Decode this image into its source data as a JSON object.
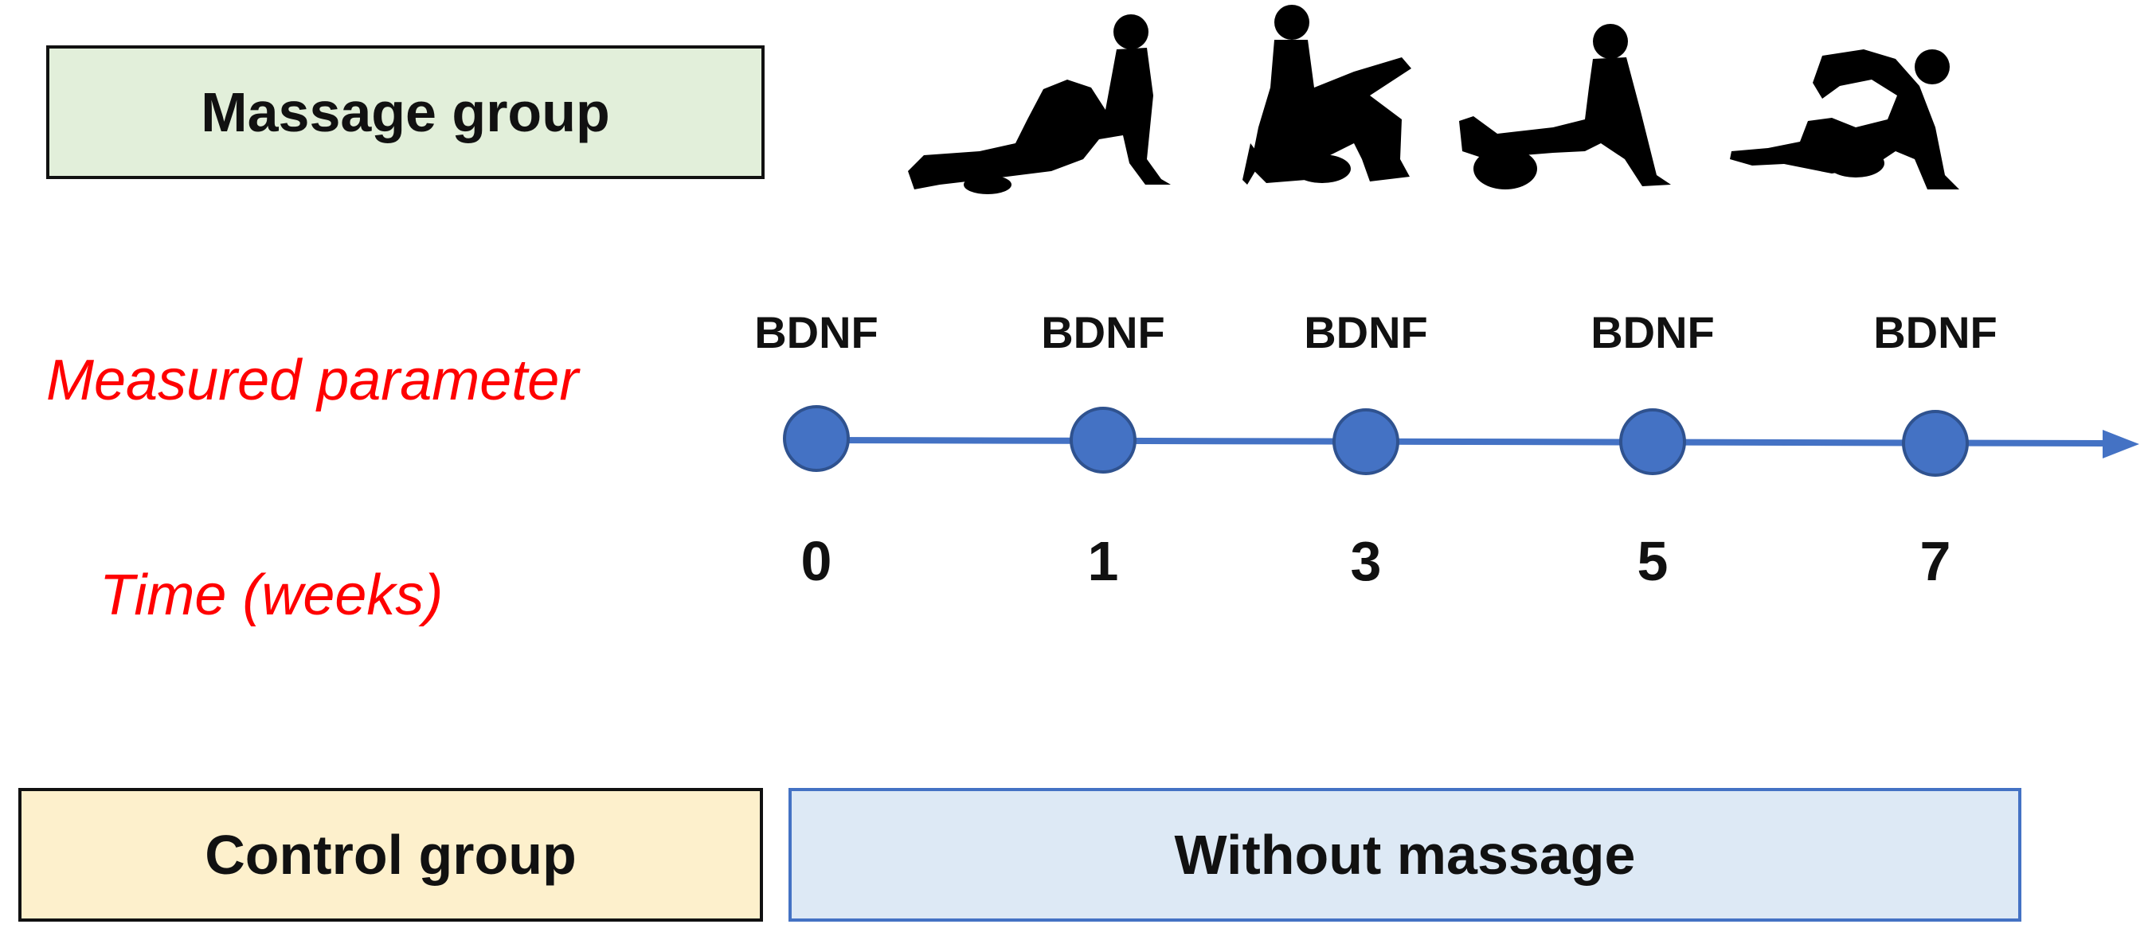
{
  "groups": {
    "massage_label": "Massage group",
    "control_label": "Control group",
    "control_condition": "Without massage"
  },
  "row_labels": {
    "measured": "Measured parameter",
    "time": "Time (weeks)"
  },
  "timeline": {
    "points": [
      {
        "parameter": "BDNF",
        "week": "0"
      },
      {
        "parameter": "BDNF",
        "week": "1"
      },
      {
        "parameter": "BDNF",
        "week": "3"
      },
      {
        "parameter": "BDNF",
        "week": "5"
      },
      {
        "parameter": "BDNF",
        "week": "7"
      }
    ]
  },
  "colors": {
    "timeline_blue": "#4472c4",
    "label_red": "#ff0000",
    "massage_fill": "#e2efda",
    "control_fill": "#fdf0cc",
    "without_fill": "#dde9f5"
  },
  "icons": [
    "foam-roller-pose-1-icon",
    "foam-roller-pose-2-icon",
    "foam-roller-pose-3-icon",
    "foam-roller-pose-4-icon"
  ]
}
